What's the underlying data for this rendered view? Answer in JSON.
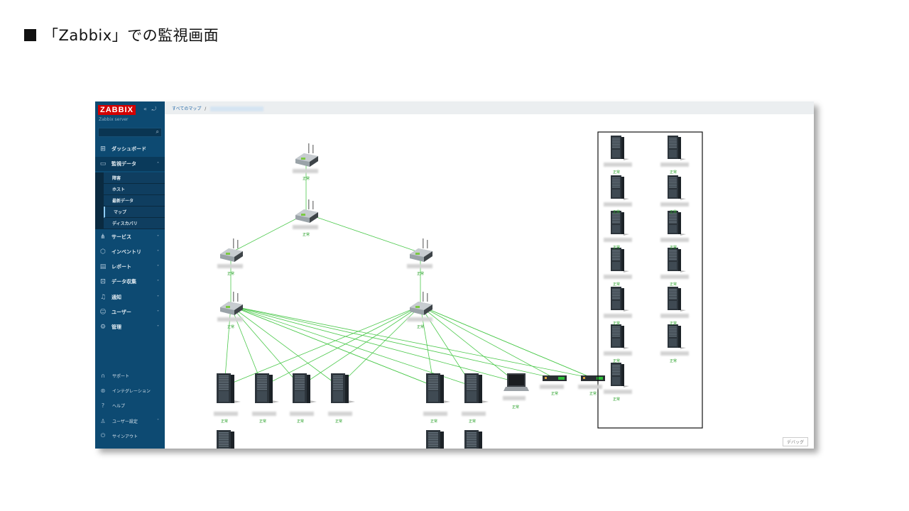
{
  "slide": {
    "title": "「Zabbix」での監視画面"
  },
  "app": {
    "logo": "ZABBIX",
    "server_name": "Zabbix server",
    "collapse_icon": "«",
    "kiosk_icon": "⤾",
    "search_placeholder": ""
  },
  "sidebar": {
    "items": [
      {
        "label": "ダッシュボード",
        "icon": "dashboard-icon"
      },
      {
        "label": "監視データ",
        "icon": "monitoring-icon",
        "expanded": true,
        "children": [
          {
            "label": "障害"
          },
          {
            "label": "ホスト"
          },
          {
            "label": "最新データ"
          },
          {
            "label": "マップ",
            "active": true
          },
          {
            "label": "ディスカバリ"
          }
        ]
      },
      {
        "label": "サービス",
        "icon": "services-icon"
      },
      {
        "label": "インベントリ",
        "icon": "inventory-icon"
      },
      {
        "label": "レポート",
        "icon": "reports-icon"
      },
      {
        "label": "データ収集",
        "icon": "data-collection-icon"
      },
      {
        "label": "通知",
        "icon": "alerts-icon"
      },
      {
        "label": "ユーザー",
        "icon": "users-icon"
      },
      {
        "label": "管理",
        "icon": "administration-icon"
      }
    ],
    "footer": [
      {
        "label": "サポート",
        "icon": "support-icon"
      },
      {
        "label": "インテグレーション",
        "icon": "integrations-icon"
      },
      {
        "label": "ヘルプ",
        "icon": "help-icon"
      },
      {
        "label": "ユーザー設定",
        "icon": "user-settings-icon"
      },
      {
        "label": "サインアウト",
        "icon": "sign-out-icon"
      }
    ]
  },
  "breadcrumb": {
    "root": "すべてのマップ",
    "separator": "/"
  },
  "map": {
    "status_ok": "正常",
    "link_color": "#4cc94c",
    "debug_label": "デバッグ",
    "nodes": [
      {
        "id": "r1",
        "type": "router",
        "status": "正常"
      },
      {
        "id": "r2",
        "type": "router",
        "status": "正常"
      },
      {
        "id": "r3",
        "type": "router",
        "status": "正常"
      },
      {
        "id": "r4",
        "type": "router",
        "status": "正常"
      },
      {
        "id": "r5",
        "type": "router",
        "status": "正常"
      },
      {
        "id": "r6",
        "type": "router",
        "status": "正常"
      },
      {
        "id": "s1",
        "type": "server",
        "status": "正常"
      },
      {
        "id": "s2",
        "type": "server",
        "status": "正常"
      },
      {
        "id": "s3",
        "type": "server",
        "status": "正常"
      },
      {
        "id": "s4",
        "type": "server",
        "status": "正常"
      },
      {
        "id": "s5",
        "type": "server",
        "status": "正常"
      },
      {
        "id": "s6",
        "type": "server",
        "status": "正常"
      },
      {
        "id": "l1",
        "type": "laptop",
        "status": "正常"
      },
      {
        "id": "n1",
        "type": "rack-switch",
        "status": "正常"
      },
      {
        "id": "n2",
        "type": "rack-switch",
        "status": "正常"
      },
      {
        "id": "s7",
        "type": "server",
        "status": ""
      },
      {
        "id": "s8",
        "type": "server",
        "status": ""
      },
      {
        "id": "s9",
        "type": "server",
        "status": ""
      }
    ],
    "group_nodes": [
      {
        "status": "正常"
      },
      {
        "status": "正常"
      },
      {
        "status": "正常"
      },
      {
        "status": "正常"
      },
      {
        "status": "正常"
      },
      {
        "status": "正常"
      },
      {
        "status": "正常"
      },
      {
        "status": "正常"
      },
      {
        "status": "正常"
      },
      {
        "status": "正常"
      },
      {
        "status": "正常"
      },
      {
        "status": "正常"
      },
      {
        "status": "正常"
      }
    ],
    "links": [
      [
        "r1",
        "r2"
      ],
      [
        "r2",
        "r3"
      ],
      [
        "r2",
        "r4"
      ],
      [
        "r3",
        "r5"
      ],
      [
        "r4",
        "r6"
      ],
      [
        "r5",
        "s1"
      ],
      [
        "r5",
        "s2"
      ],
      [
        "r5",
        "s3"
      ],
      [
        "r5",
        "s4"
      ],
      [
        "r5",
        "s5"
      ],
      [
        "r5",
        "s6"
      ],
      [
        "r5",
        "l1"
      ],
      [
        "r5",
        "n1"
      ],
      [
        "r5",
        "n2"
      ],
      [
        "r6",
        "s1"
      ],
      [
        "r6",
        "s2"
      ],
      [
        "r6",
        "s3"
      ],
      [
        "r6",
        "s4"
      ],
      [
        "r6",
        "s5"
      ],
      [
        "r6",
        "s6"
      ],
      [
        "r6",
        "l1"
      ],
      [
        "r6",
        "n1"
      ],
      [
        "r6",
        "n2"
      ],
      [
        "r5",
        "s5"
      ],
      [
        "r6",
        "n2"
      ]
    ]
  }
}
